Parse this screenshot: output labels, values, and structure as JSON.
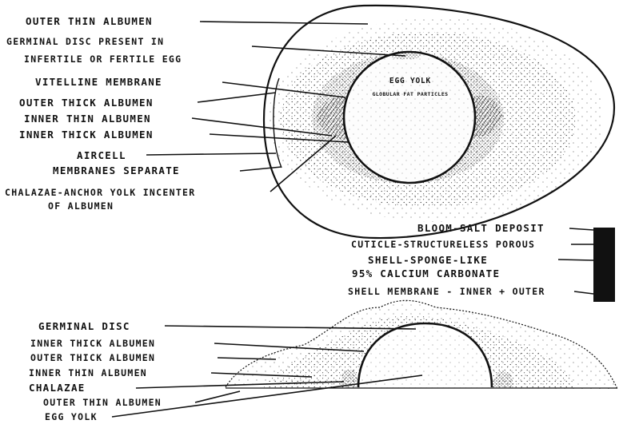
{
  "diagram1": {
    "labels": [
      "OUTER THIN ALBUMEN",
      "GERMINAL DISC PRESENT IN",
      "INFERTILE OR FERTILE EGG",
      "VITELLINE MEMBRANE",
      "OUTER THICK ALBUMEN",
      "INNER THIN ALBUMEN",
      "INNER THICK ALBUMEN",
      "AIRCELL",
      "MEMBRANES SEPARATE",
      "CHALAZAE-ANCHOR YOLK INCENTER",
      "OF ALBUMEN"
    ],
    "yolk_label": "EGG YOLK",
    "yolk_sublabel": "GLOBULAR FAT PARTICLES"
  },
  "diagram2": {
    "labels": [
      "BLOOM-SALT DEPOSIT",
      "CUTICLE-STRUCTURELESS POROUS",
      "SHELL-SPONGE-LIKE",
      "95% CALCIUM CARBONATE",
      "SHELL MEMBRANE - INNER + OUTER"
    ]
  },
  "diagram3": {
    "labels": [
      "GERMINAL DISC",
      "INNER THICK ALBUMEN",
      "OUTER THICK ALBUMEN",
      "INNER THIN ALBUMEN",
      "CHALAZAE",
      "OUTER THIN ALBUMEN",
      "EGG YOLK"
    ]
  }
}
